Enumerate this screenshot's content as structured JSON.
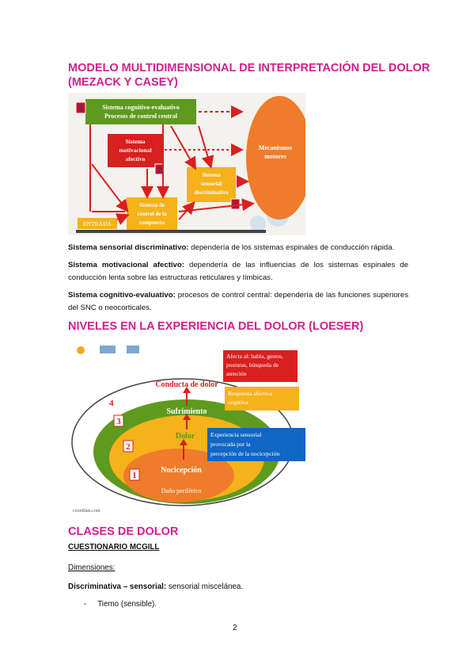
{
  "section1": {
    "title_line1": "MODELO MULTIDIMENSIONAL DE INTERPRETACIÓN DEL DOLOR",
    "title_line2": "(MEZACK Y CASEY)"
  },
  "diagram1": {
    "box_cognitivo_l1": "Sistema cognitivo-evaluativo",
    "box_cognitivo_l2": "Procesos de control central",
    "box_motivacional_l1": "Sistema",
    "box_motivacional_l2": "motivacional",
    "box_motivacional_l3": "afectivo",
    "box_sensorial_l1": "Sistema",
    "box_sensorial_l2": "sensorial",
    "box_sensorial_l3": "discriminativo",
    "box_compuerta_l1": "Sistema de",
    "box_compuerta_l2": "control de la",
    "box_compuerta_l3": "compuerta",
    "entrada": "ENTRADA",
    "mecanismos_l1": "Mecanismos",
    "mecanismos_l2": "motores",
    "badge_a": "3",
    "badge_b": "2",
    "badge_c": "1"
  },
  "paragraphs": {
    "p1_bold": "Sistema sensorial discriminativo:",
    "p1_text": " dependería de los sistemas espinales de conducción rápida.",
    "p2_bold": "Sistema motivacional afectivo:",
    "p2_text": " dependería de las influencias de los sistemas espinales de conducción lenta sobre las estructuras reticulares y límbicas.",
    "p3_bold": "Sistema cognitivo-evaluativo:",
    "p3_text": " procesos de control central: dependería de las funciones superiores del SNC o neocorticales."
  },
  "section2": {
    "title": "NIVELES EN LA EXPERIENCIA DEL DOLOR (LOESER)"
  },
  "diagram2": {
    "conducta": "Conducta de dolor",
    "sufrimiento": "Sufrimiento",
    "dolor": "Dolor",
    "nocicepcion": "Nocicepción",
    "dano": "Daño periférico",
    "n1": "1",
    "n2": "2",
    "n3": "3",
    "n4": "4",
    "red_box_l1": "Afecta al: habla, gestos,",
    "red_box_l2": "posturas, búsqueda de",
    "red_box_l3": "atención",
    "yellow_box_l1": "Respuesta afectiva",
    "yellow_box_l2": "negativa",
    "blue_box_l1": "Experiencia sensorial",
    "blue_box_l2": "provocada por la",
    "blue_box_l3": "percepción de la nocicepción",
    "footer": "coordilan.com"
  },
  "section3": {
    "title": "CLASES DE DOLOR",
    "cuestionario": "CUESTIONARIO MCGILL",
    "dimensiones": "Dimensiones:",
    "disc_bold": "Discriminativa – sensorial:",
    "disc_text": " sensorial miscelánea.",
    "bullet_dash": "-",
    "bullet_text": "Tiemo (sensible)."
  },
  "page_number": "2",
  "colors": {
    "heading": "#d1208f",
    "green": "#5e9a1e",
    "red": "#d8201f",
    "orange": "#ef7c2a",
    "yellow": "#f5b21a",
    "blue": "#1166c4"
  }
}
